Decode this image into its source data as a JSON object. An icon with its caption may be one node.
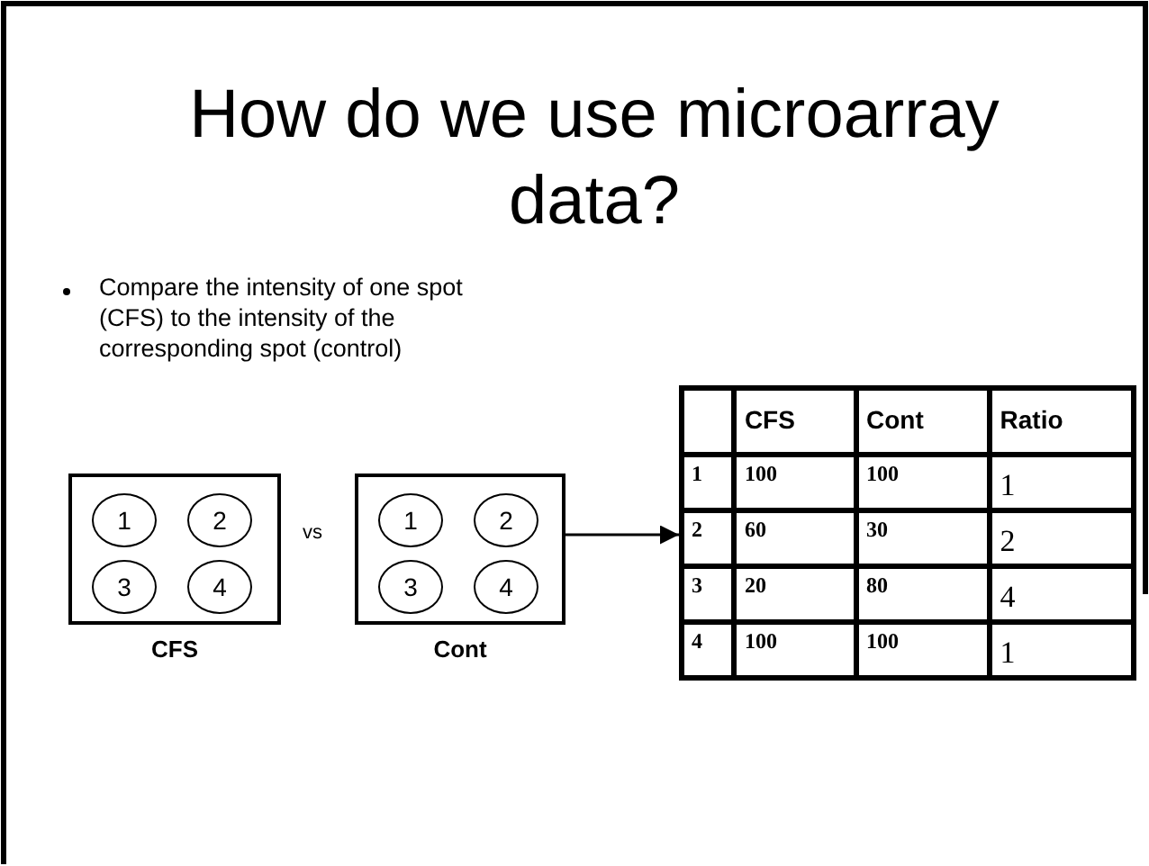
{
  "diagram": {
    "title": "How do we use microarray data?",
    "nodes": [
      {
        "text": [
          "CFS"
        ]
      },
      {
        "text": [
          "1"
        ],
        "in": 0
      },
      {
        "text": [
          "2"
        ],
        "in": 0
      },
      {
        "text": [
          "3"
        ],
        "in": 0
      },
      {
        "text": [
          "4"
        ],
        "in": 0
      },
      {
        "text": [
          "Cont"
        ]
      },
      {
        "text": [
          "1"
        ],
        "in": 5
      },
      {
        "text": [
          "2"
        ],
        "in": 5
      },
      {
        "text": [
          "3"
        ],
        "in": 5
      },
      {
        "text": [
          "4"
        ],
        "in": 5
      },
      {
        "text": [],
        "shape": "box"
      }
    ],
    "edges": [
      {
        "from": 5,
        "to": 10,
        "arrow": "to"
      }
    ],
    "labels": [
      "Compare the intensity of one spot (CFS) to the intensity of the corresponding spot (control)",
      "vs",
      "CFS",
      "Cont",
      "Ratio",
      "1",
      "100",
      "100",
      "1",
      "2",
      "60",
      "30",
      "2",
      "3",
      "20",
      "80",
      "4",
      "4",
      "100",
      "100",
      "1"
    ]
  }
}
